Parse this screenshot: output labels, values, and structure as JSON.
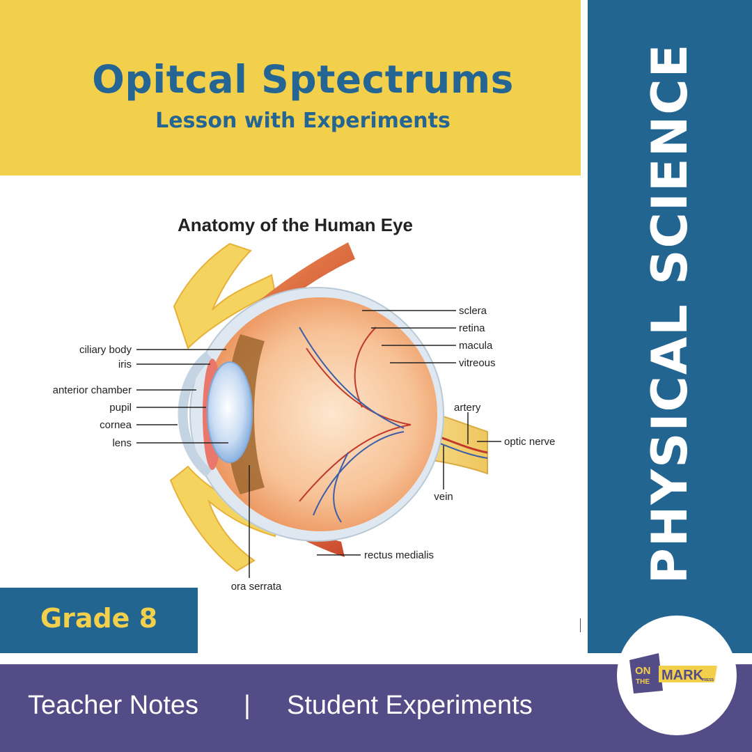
{
  "header": {
    "title": "Opitcal Sptectrums",
    "subtitle": "Lesson with Experiments"
  },
  "side_banner": {
    "text": "PHYSICAL SCIENCE"
  },
  "diagram": {
    "title": "Anatomy of the Human Eye",
    "labels": {
      "sclera": "sclera",
      "retina": "retina",
      "macula": "macula",
      "vitreous": "vitreous",
      "ciliary_body": "ciliary body",
      "iris": "iris",
      "anterior_chamber": "anterior chamber",
      "pupil": "pupil",
      "cornea": "cornea",
      "lens": "lens",
      "artery": "artery",
      "optic_nerve": "optic nerve",
      "vein": "vein",
      "rectus_medialis": "rectus medialis",
      "ora_serrata": "ora serrata"
    }
  },
  "grade": {
    "label": "Grade 8"
  },
  "footer": {
    "left": "Teacher Notes",
    "separator": "|",
    "right": "Student Experiments"
  },
  "logo": {
    "top": "ON",
    "middle": "THE",
    "brand": "MARK",
    "press": "PRESS"
  },
  "colors": {
    "yellow": "#f2d04b",
    "blue": "#236591",
    "purple": "#544c86"
  }
}
